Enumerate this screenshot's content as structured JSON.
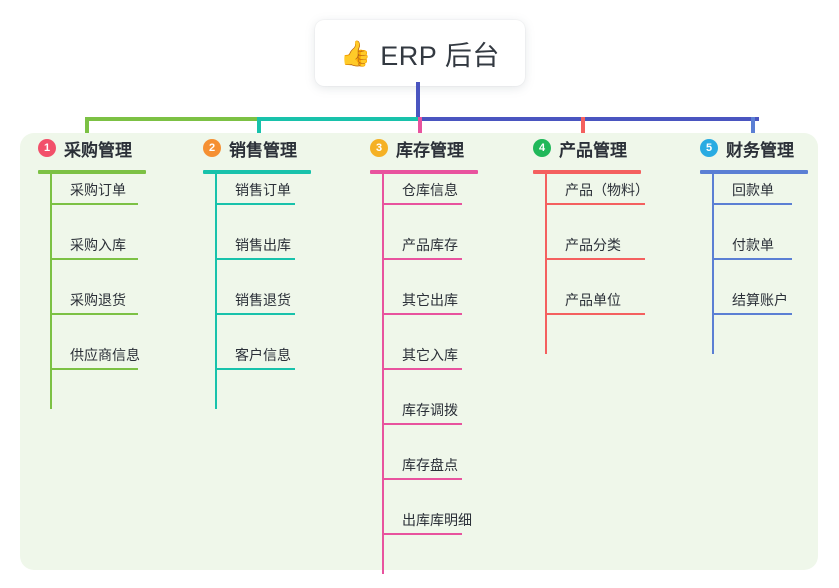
{
  "root": {
    "emoji": "👍",
    "emoji_name": "thumbs-up-emoji",
    "title": "ERP 后台"
  },
  "colors": {
    "panel_bg": "#eff7ea",
    "root_stem": "#4a55c0",
    "card_bg": "#ffffff",
    "text": "#2b3038"
  },
  "columns": [
    {
      "number": "1",
      "title": "采购管理",
      "line_color": "#7cc144",
      "badge_color": "#f2506a",
      "items": [
        {
          "label": "采购订单"
        },
        {
          "label": "采购入库"
        },
        {
          "label": "采购退货"
        },
        {
          "label": "供应商信息"
        }
      ]
    },
    {
      "number": "2",
      "title": "销售管理",
      "line_color": "#18c2ab",
      "badge_color": "#f59033",
      "items": [
        {
          "label": "销售订单"
        },
        {
          "label": "销售出库"
        },
        {
          "label": "销售退货"
        },
        {
          "label": "客户信息"
        }
      ]
    },
    {
      "number": "3",
      "title": "库存管理",
      "line_color": "#e8539e",
      "badge_color": "#f5b125",
      "items": [
        {
          "label": "仓库信息"
        },
        {
          "label": "产品库存"
        },
        {
          "label": "其它出库"
        },
        {
          "label": "其它入库"
        },
        {
          "label": "库存调拨"
        },
        {
          "label": "库存盘点"
        },
        {
          "label": "出库库明细"
        }
      ]
    },
    {
      "number": "4",
      "title": "产品管理",
      "line_color": "#f4605f",
      "badge_color": "#20b85a",
      "items": [
        {
          "label": "产品（物料）"
        },
        {
          "label": "产品分类"
        },
        {
          "label": "产品单位"
        }
      ]
    },
    {
      "number": "5",
      "title": "财务管理",
      "line_color": "#5b7fd4",
      "badge_color": "#29abe2",
      "items": [
        {
          "label": "回款单"
        },
        {
          "label": "付款单"
        },
        {
          "label": "结算账户"
        }
      ]
    }
  ],
  "connector_bar": {
    "segments": [
      {
        "color": "#7cc144"
      },
      {
        "color": "#18c2ab"
      },
      {
        "color": "#4a55c0"
      }
    ]
  }
}
